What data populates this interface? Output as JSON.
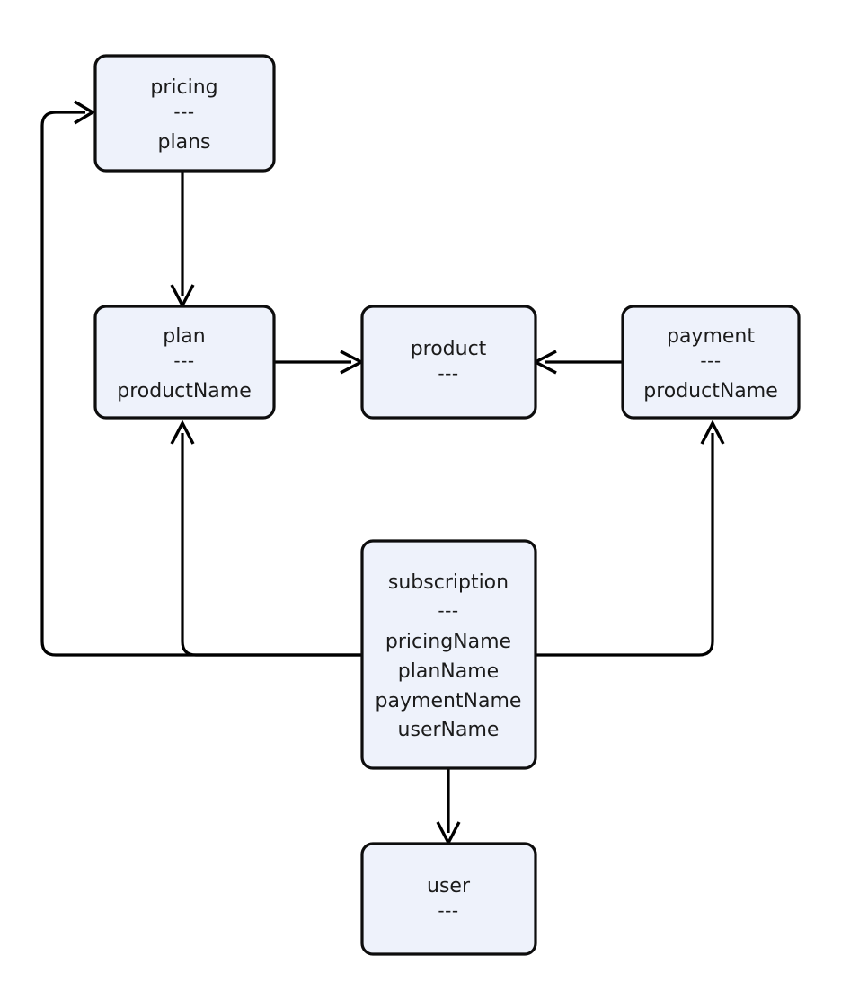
{
  "diagram": {
    "type": "entity-relationship-flowchart",
    "background_color": "#ffffff",
    "node_fill_color": "#eef2fb",
    "node_border_color": "#0d0d0d",
    "edge_color": "#000000",
    "text_color": "#1b1b1b",
    "separator": "---",
    "nodes": [
      {
        "id": "pricing",
        "title": "pricing",
        "separator": "---",
        "fields": [
          "plans"
        ]
      },
      {
        "id": "plan",
        "title": "plan",
        "separator": "---",
        "fields": [
          "productName"
        ]
      },
      {
        "id": "product",
        "title": "product",
        "separator": "---",
        "fields": []
      },
      {
        "id": "payment",
        "title": "payment",
        "separator": "---",
        "fields": [
          "productName"
        ]
      },
      {
        "id": "subscription",
        "title": "subscription",
        "separator": "---",
        "fields": [
          "pricingName",
          "planName",
          "paymentName",
          "userName"
        ]
      },
      {
        "id": "user",
        "title": "user",
        "separator": "---",
        "fields": []
      }
    ],
    "edges": [
      {
        "id": "pricing-to-plan",
        "from": "pricing",
        "to": "plan"
      },
      {
        "id": "plan-to-product",
        "from": "plan",
        "to": "product"
      },
      {
        "id": "payment-to-product",
        "from": "payment",
        "to": "product"
      },
      {
        "id": "subscription-to-pricing",
        "from": "subscription",
        "to": "pricing"
      },
      {
        "id": "subscription-to-plan",
        "from": "subscription",
        "to": "plan"
      },
      {
        "id": "subscription-to-payment",
        "from": "subscription",
        "to": "payment"
      },
      {
        "id": "subscription-to-user",
        "from": "subscription",
        "to": "user"
      }
    ]
  }
}
